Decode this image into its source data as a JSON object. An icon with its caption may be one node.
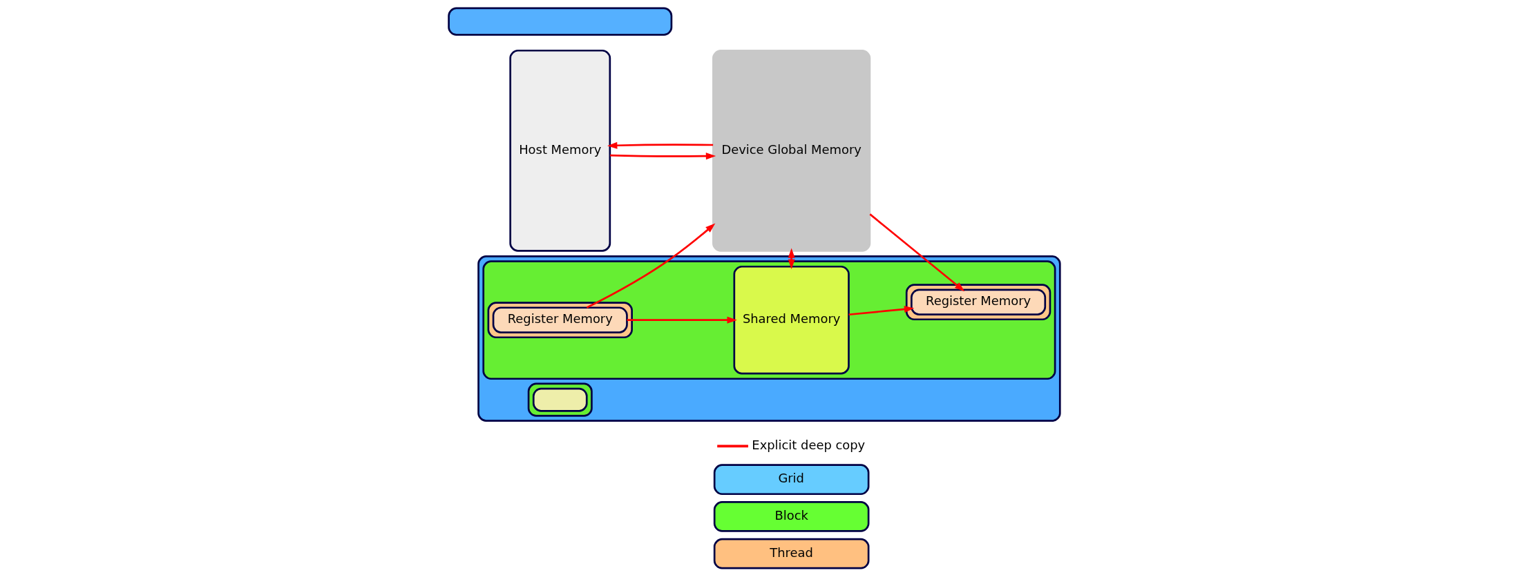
{
  "diagram": {
    "nodes": [
      {
        "text": [
          "Host Memory"
        ]
      },
      {
        "text": [
          "Device Global Memory"
        ]
      },
      {
        "text": [],
        "shape": "box"
      },
      {
        "text": [],
        "shape": "box"
      },
      {
        "text": [],
        "shape": "box",
        "in": 3
      },
      {
        "text": [
          "Shared Memory"
        ],
        "in": 4
      },
      {
        "text": [],
        "shape": "box",
        "in": 4
      },
      {
        "text": [
          "Register Memory"
        ],
        "in": 6
      },
      {
        "text": [],
        "shape": "box",
        "in": 4
      },
      {
        "text": [
          "Register Memory"
        ],
        "in": 8
      },
      {
        "text": [],
        "shape": "box",
        "in": 3
      },
      {
        "text": [],
        "shape": "box",
        "in": 10
      }
    ],
    "edges": [
      {
        "from": 0,
        "to": 1,
        "arrow": "to"
      },
      {
        "from": 1,
        "to": 0,
        "arrow": "to"
      },
      {
        "from": 1,
        "to": 5,
        "arrow": "to"
      },
      {
        "from": 5,
        "to": 1,
        "arrow": "to"
      },
      {
        "from": 1,
        "to": 7,
        "arrow": "to"
      },
      {
        "from": 5,
        "to": 7,
        "arrow": "to"
      },
      {
        "from": 9,
        "to": 5,
        "arrow": "to"
      },
      {
        "from": 9,
        "to": 1,
        "arrow": "to"
      }
    ],
    "legend": [
      {
        "text": "Explicit deep copy"
      },
      {
        "text": "Grid",
        "color": "#66ccff"
      },
      {
        "text": "Block",
        "color": "#66ff33"
      },
      {
        "text": "Thread",
        "color": "#ffc080"
      }
    ]
  }
}
